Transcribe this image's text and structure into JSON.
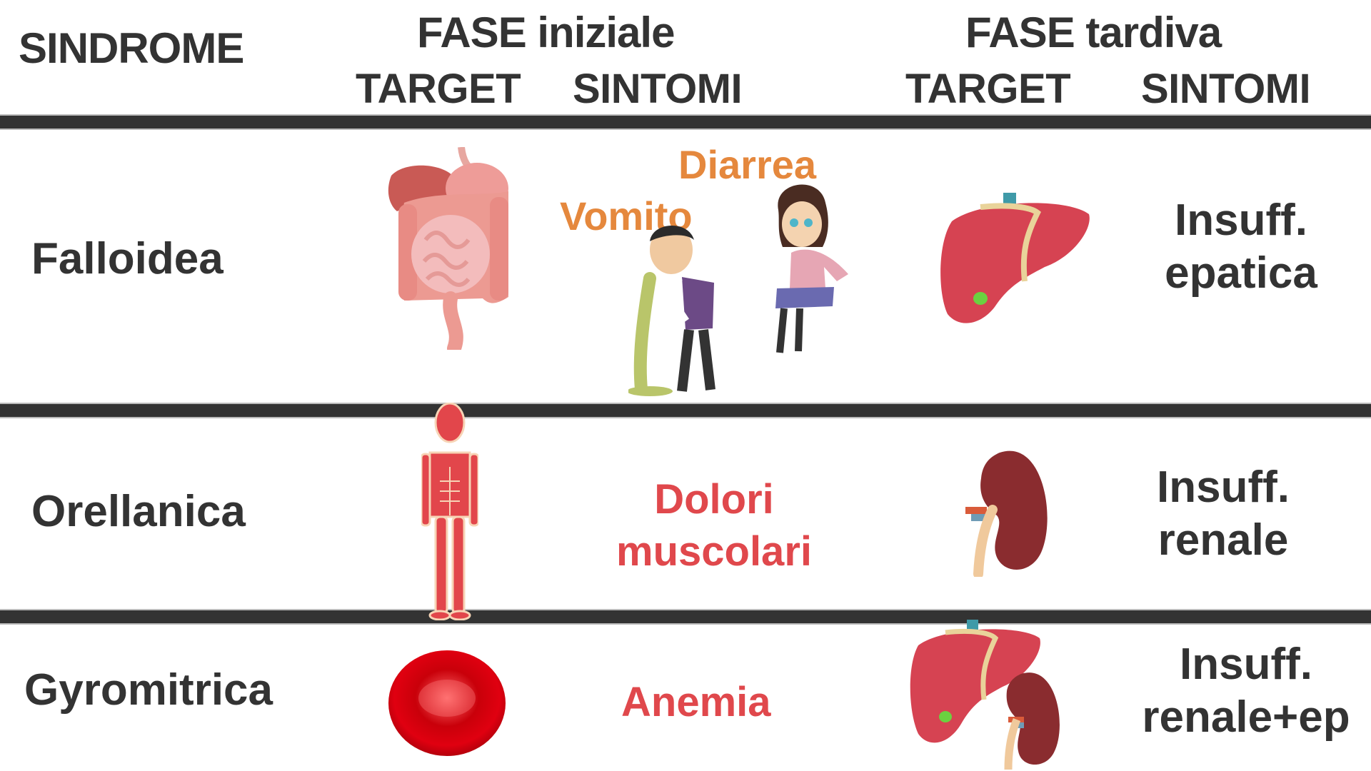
{
  "header": {
    "syndrome": "SINDROME",
    "early_phase": "FASE iniziale",
    "late_phase": "FASE tardiva",
    "early_target": "TARGET",
    "early_symptoms": "SINTOMI",
    "late_target": "TARGET",
    "late_symptoms": "SINTOMI"
  },
  "rows": [
    {
      "syndrome": "Falloidea",
      "early_target_icon": "intestine-icon",
      "early_symptoms": [
        "Vomito",
        "Diarrea"
      ],
      "early_symptom_icons": [
        "vomiting-man-icon",
        "sick-woman-icon"
      ],
      "late_target_icon": "liver-icon",
      "late_symptoms": [
        "Insuff.",
        "epatica"
      ]
    },
    {
      "syndrome": "Orellanica",
      "early_target_icon": "muscle-body-icon",
      "early_symptoms": [
        "Dolori",
        "muscolari"
      ],
      "late_target_icon": "kidney-icon",
      "late_symptoms": [
        "Insuff.",
        "renale"
      ]
    },
    {
      "syndrome": "Gyromitrica",
      "early_target_icon": "red-blood-cell-icon",
      "early_symptoms": [
        "Anemia"
      ],
      "late_target_icon": "liver-kidney-icon",
      "late_symptoms": [
        "Insuff.",
        "renale+ep"
      ]
    }
  ],
  "colors": {
    "text": "#333333",
    "rule": "#333333",
    "symptom_orange": "#E5883D",
    "symptom_red": "#E0484C"
  }
}
